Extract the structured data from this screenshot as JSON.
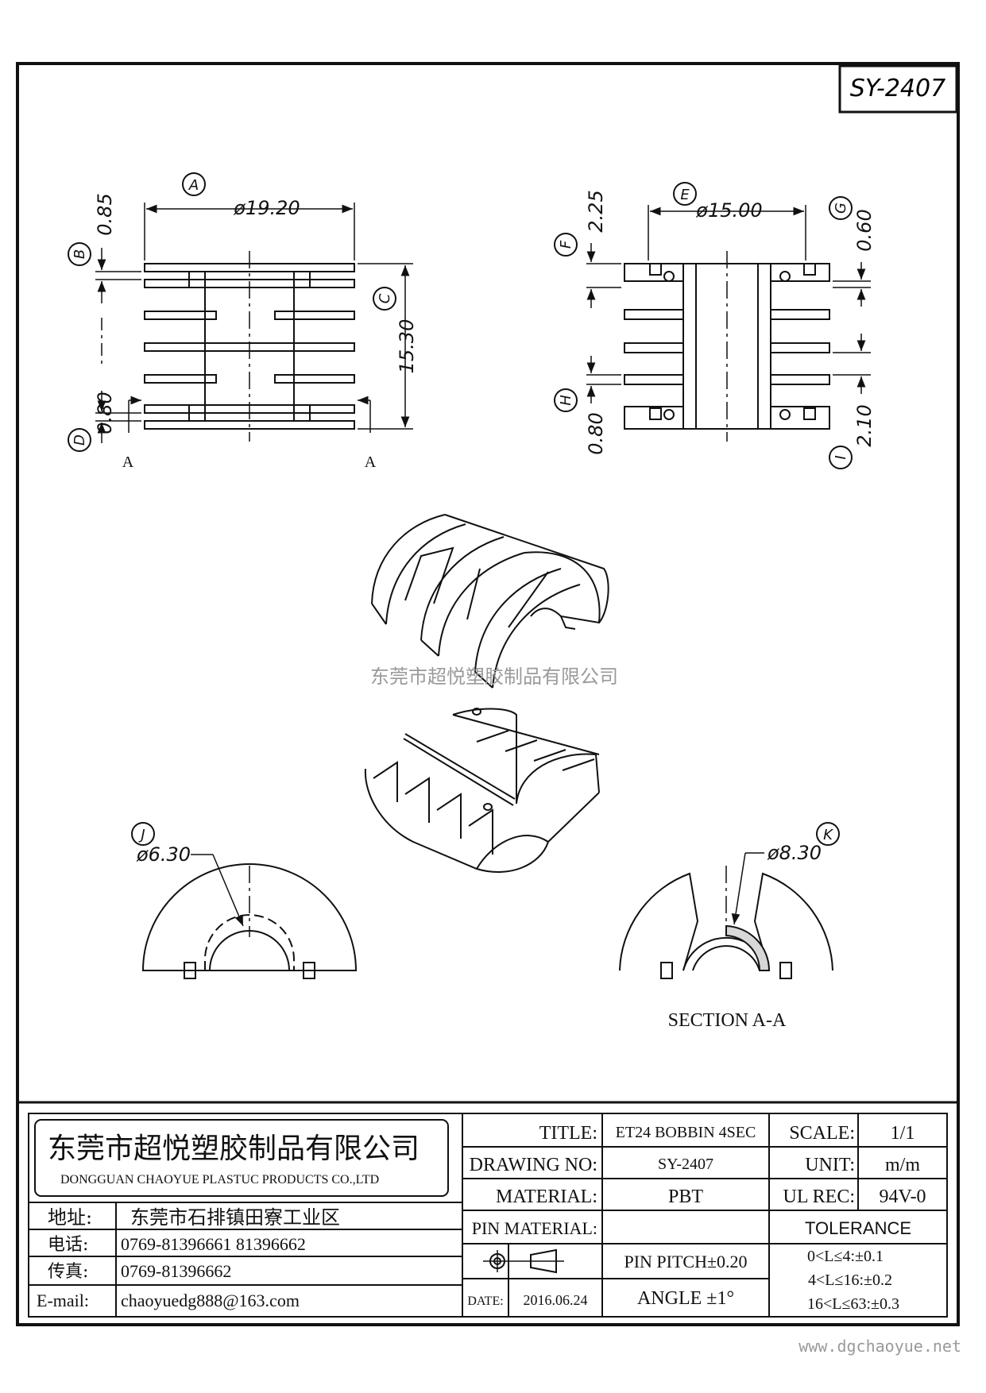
{
  "drawing_code": "SY-2407",
  "dimensions": {
    "A": "ø19.20",
    "B": "0.85",
    "C": "15.30",
    "D": "0.80",
    "E": "ø15.00",
    "F": "2.25",
    "G": "0.60",
    "H": "0.80",
    "I": "2.10",
    "J": "ø6.30",
    "K": "ø8.30"
  },
  "labels": {
    "A": "A",
    "B": "B",
    "C": "C",
    "D": "D",
    "E": "E",
    "F": "F",
    "G": "G",
    "H": "H",
    "I": "I",
    "J": "J",
    "K": "K"
  },
  "section_marker": "A",
  "section_label": "SECTION  A-A",
  "watermark": "东莞市超悦塑胶制品有限公司",
  "company": {
    "name_cn": "东莞市超悦塑胶制品有限公司",
    "name_en": "DONGGUAN CHAOYUE PLASTUC PRODUCTS CO.,LTD"
  },
  "contact": [
    {
      "label": "地址:",
      "value": "东莞市石排镇田寮工业区"
    },
    {
      "label": "电话:",
      "value": "0769-81396661  81396662"
    },
    {
      "label": "传真:",
      "value": "0769-81396662"
    },
    {
      "label": "E-mail:",
      "value": "chaoyuedg888@163.com"
    }
  ],
  "fields": {
    "title_label": "TITLE:",
    "title_value": "ET24 BOBBIN 4SEC",
    "drawing_no_label": "DRAWING NO:",
    "drawing_no_value": "SY-2407",
    "material_label": "MATERIAL:",
    "material_value": "PBT",
    "pin_material_label": "PIN MATERIAL:",
    "pin_material_value": "",
    "pin_pitch": "PIN PITCH±0.20",
    "date_label": "DATE:",
    "date_value": "2016.06.24",
    "angle": "ANGLE  ±1°",
    "scale_label": "SCALE:",
    "scale_value": "1/1",
    "unit_label": "UNIT:",
    "unit_value": "m/m",
    "ul_label": "UL REC:",
    "ul_value": "94V-0",
    "tolerance_title": "TOLERANCE",
    "tolerance_rows": [
      "0<L≤4:±0.1",
      "4<L≤16:±0.2",
      "16<L≤63:±0.3"
    ]
  },
  "website": "www.dgchaoyue.net"
}
